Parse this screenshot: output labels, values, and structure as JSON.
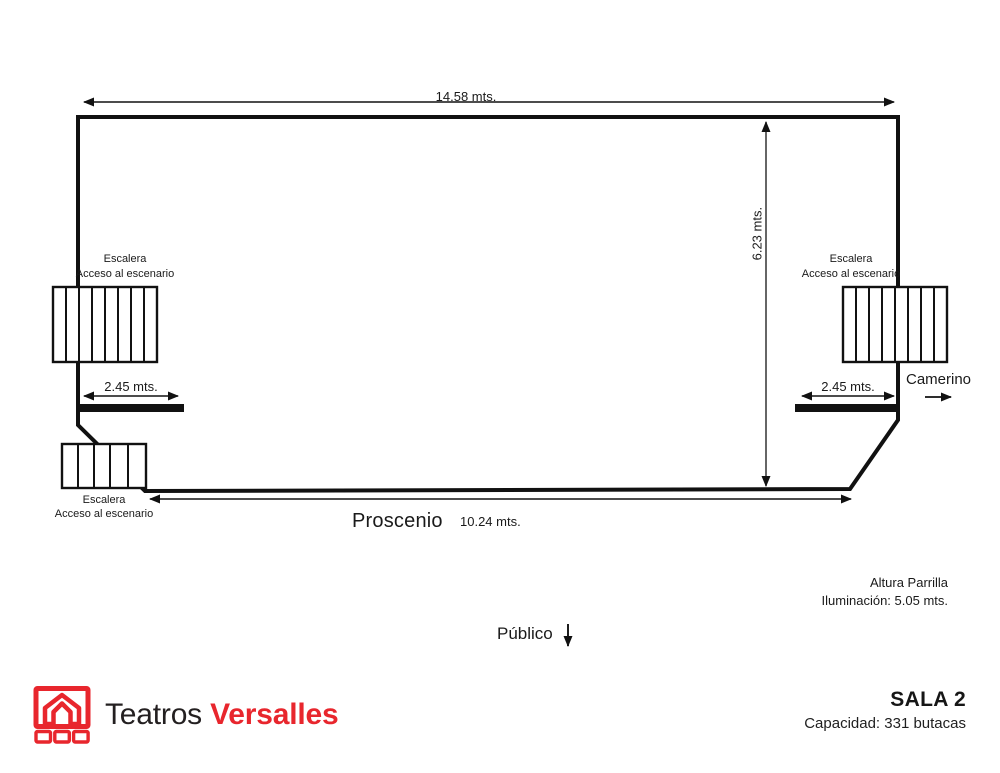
{
  "plan": {
    "dimensions": {
      "width_top": "14.58 mts.",
      "depth_right": "6.23 mts.",
      "proscenio_width": "10.24 mts.",
      "stair_left_width": "2.45 mts.",
      "stair_right_width": "2.45 mts."
    },
    "labels": {
      "stair_left_line1": "Escalera",
      "stair_left_line2": "Acceso al escenario",
      "stair_right_line1": "Escalera",
      "stair_right_line2": "Acceso al escenario",
      "stair_bottom_line1": "Escalera",
      "stair_bottom_line2": "Acceso al escenario",
      "camerino": "Camerino",
      "proscenio": "Proscenio",
      "publico": "Público",
      "parrilla_line1": "Altura Parrilla",
      "parrilla_line2": "Iluminación: 5.05 mts."
    },
    "icons": {
      "camerino_arrow": "arrow-right-icon",
      "publico_arrow": "arrow-down-icon"
    }
  },
  "brand": {
    "name_part1": "Teatros",
    "name_part2": "Versalles",
    "logo_icon": "theater-stage-logo-icon",
    "accent_color": "#e8262d"
  },
  "room": {
    "name": "SALA 2",
    "capacity": "Capacidad: 331 butacas"
  }
}
